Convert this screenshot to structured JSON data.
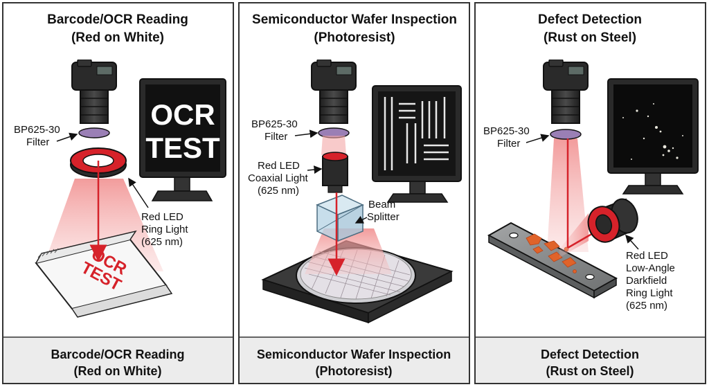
{
  "colors": {
    "red": "#d6222a",
    "red_light": "#f4a7a7",
    "body_dark": "#2c2c2c",
    "panel_border": "#333333",
    "footer_bg": "#ececec",
    "filter_purple": "#9a7fb5",
    "rust": "#e0632a",
    "steel": "#8f9192"
  },
  "panels": [
    {
      "title_line1": "Barcode/OCR Reading",
      "title_line2": "(Red on White)",
      "filter_label_1": "BP625-30",
      "filter_label_2": "Filter",
      "light_label_1": "Red LED",
      "light_label_2": "Ring Light",
      "light_label_3": "(625 nm)",
      "monitor_text_1": "OCR",
      "monitor_text_2": "TEST",
      "package_text_1": "OCR",
      "package_text_2": "TEST",
      "footer_line1": "Barcode/OCR Reading",
      "footer_line2": "(Red on White)"
    },
    {
      "title_line1": "Semiconductor Wafer Inspection",
      "title_line2": "(Photoresist)",
      "filter_label_1": "BP625-30",
      "filter_label_2": "Filter",
      "light_label_1": "Red LED",
      "light_label_2": "Coaxial Light",
      "light_label_3": "(625 nm)",
      "splitter_label_1": "Beam",
      "splitter_label_2": "Splitter",
      "footer_line1": "Semiconductor Wafer Inspection",
      "footer_line2": "(Photoresist)"
    },
    {
      "title_line1": "Defect Detection",
      "title_line2": "(Rust on Steel)",
      "filter_label_1": "BP625-30",
      "filter_label_2": "Filter",
      "light_label_1": "Red LED",
      "light_label_2": "Low-Angle",
      "light_label_3": "Darkfield",
      "light_label_4": "Ring Light",
      "light_label_5": "(625 nm)",
      "footer_line1": "Defect Detection",
      "footer_line2": "(Rust on Steel)"
    }
  ]
}
